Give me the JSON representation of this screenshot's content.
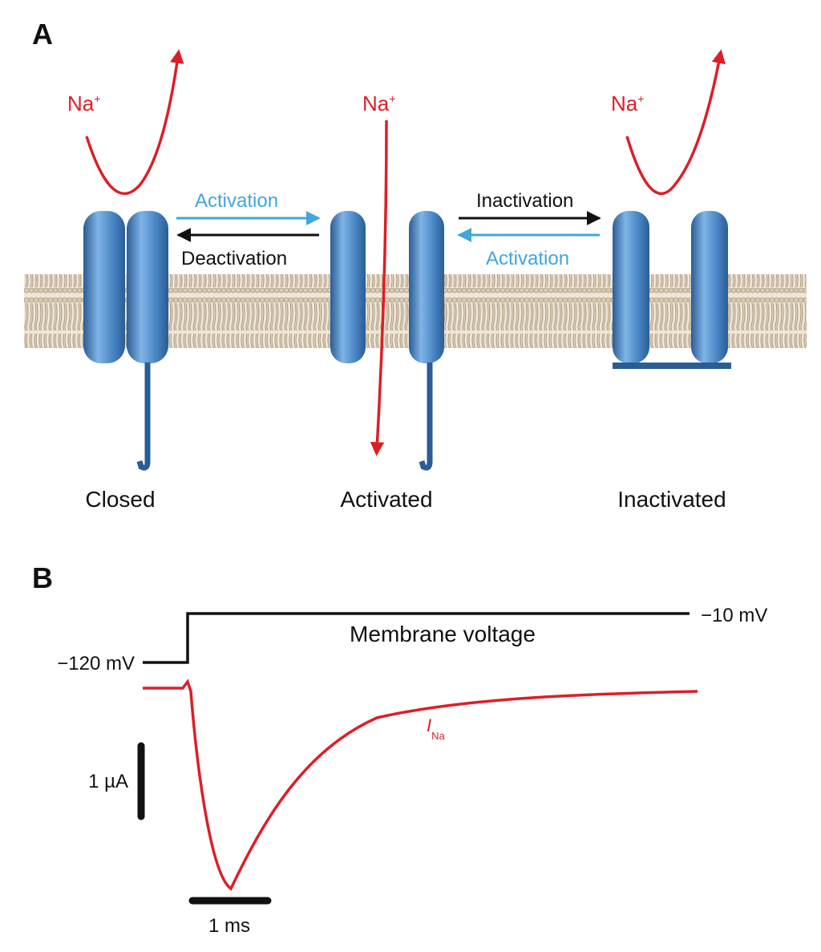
{
  "panel_a": {
    "label": "A",
    "ion_label": "Na",
    "ion_charge": "+",
    "activation_label": "Activation",
    "deactivation_label": "Deactivation",
    "inactivation_label": "Inactivation",
    "activation_reverse_label": "Activation",
    "states": {
      "closed": "Closed",
      "activated": "Activated",
      "inactivated": "Inactivated"
    }
  },
  "panel_b": {
    "label": "B",
    "voltage_trace_label": "Membrane voltage",
    "hold_voltage_label": "−120 mV",
    "step_voltage_label": "−10 mV",
    "current_label": "I",
    "current_subscript": "Na",
    "current_scale_label": "1 µA",
    "time_scale_label": "1 ms"
  },
  "colors": {
    "channel_fill": "#4a86c5",
    "channel_dark": "#2a5d95",
    "membrane": "#d9cbb5",
    "membrane_line": "#a08c6e",
    "ion_red": "#dd1e26",
    "activation_cyan": "#41a6dd",
    "text_black": "#111111"
  },
  "chart_data": {
    "type": "line",
    "series": [
      {
        "name": "Membrane voltage",
        "points": "step from holding potential to test potential"
      },
      {
        "name": "I",
        "points": "fast inward transient then decay"
      }
    ]
  }
}
